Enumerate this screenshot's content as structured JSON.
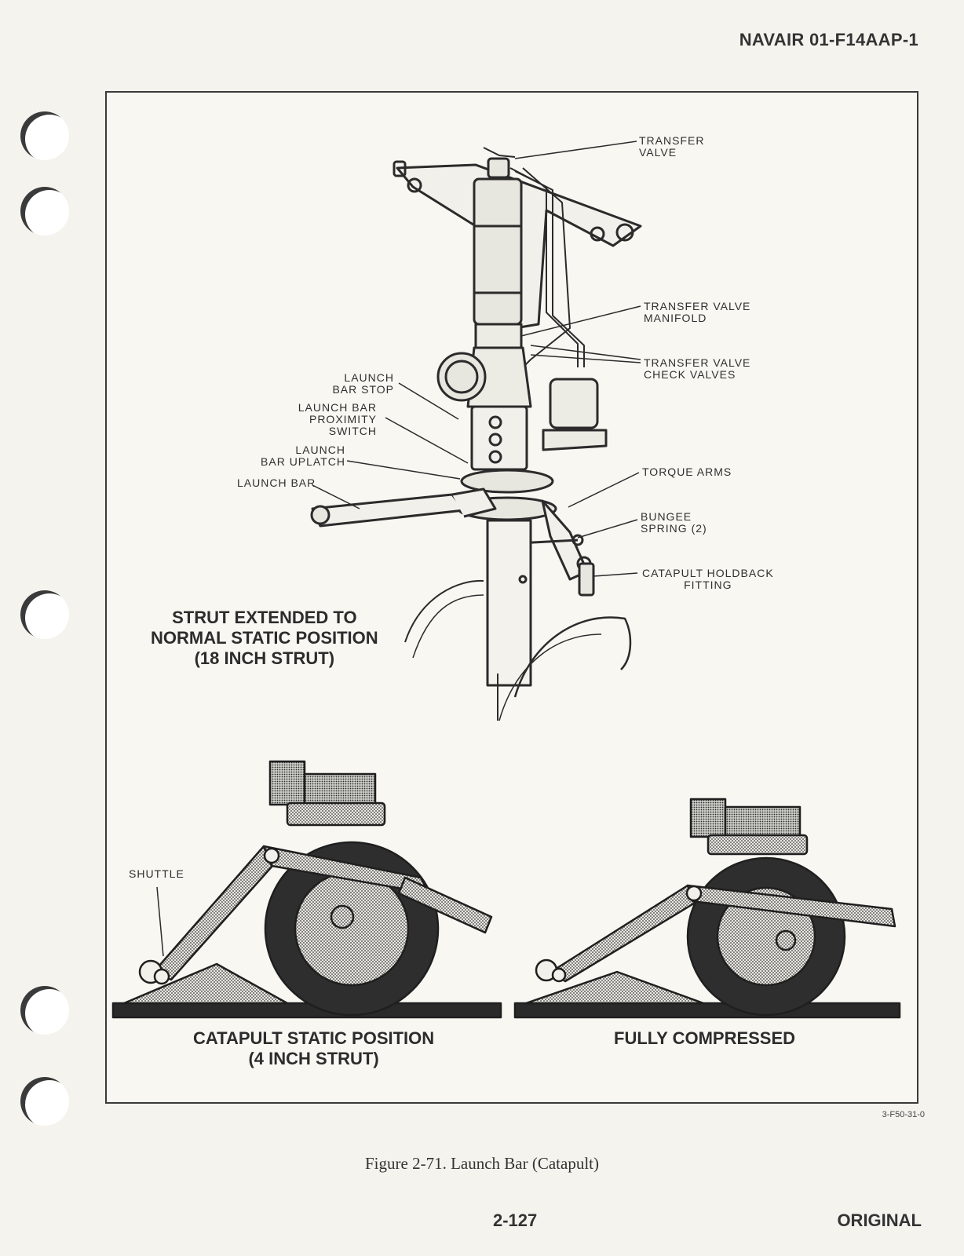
{
  "header": {
    "doc_id": "NAVAIR 01-F14AAP-1"
  },
  "figure": {
    "callouts": {
      "transfer_valve": "TRANSFER\nVALVE",
      "transfer_valve_manifold": "TRANSFER VALVE\nMANIFOLD",
      "transfer_valve_check_valves": "TRANSFER VALVE\nCHECK VALVES",
      "launch_bar_stop": "LAUNCH\nBAR STOP",
      "launch_bar_proximity_switch": "LAUNCH BAR\nPROXIMITY\nSWITCH",
      "launch_bar_uplatch": "LAUNCH\nBAR UPLATCH",
      "launch_bar": "LAUNCH BAR",
      "torque_arms": "TORQUE ARMS",
      "bungee_spring": "BUNGEE\nSPRING (2)",
      "catapult_holdback_fitting": "CATAPULT HOLDBACK\nFITTING",
      "shuttle": "SHUTTLE"
    },
    "view_titles": {
      "extended": "STRUT EXTENDED TO\nNORMAL STATIC POSITION\n(18 INCH STRUT)",
      "catapult_static": "CATAPULT STATIC POSITION\n(4 INCH STRUT)",
      "fully_compressed": "FULLY COMPRESSED"
    },
    "art_id": "3-F50-31-0",
    "caption": "Figure 2-71. Launch Bar (Catapult)"
  },
  "footer": {
    "page_number": "2-127",
    "status": "ORIGINAL"
  }
}
